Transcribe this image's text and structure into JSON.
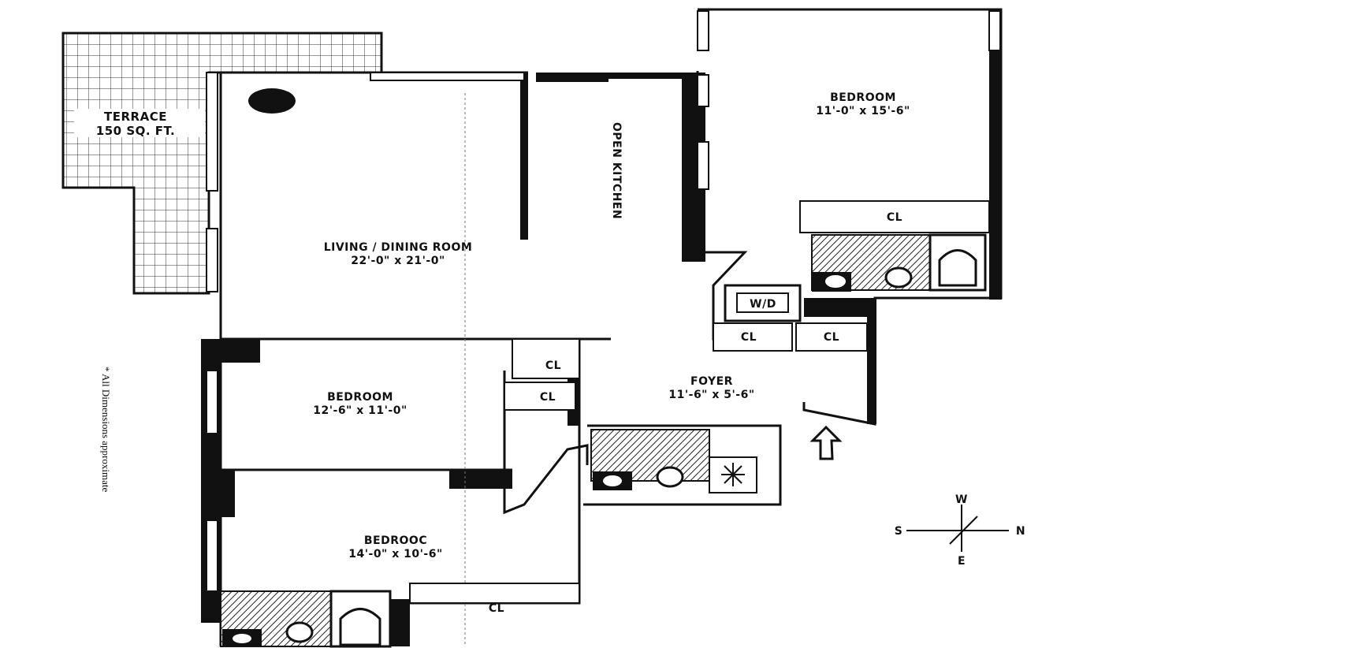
{
  "rooms": {
    "terrace": {
      "line1": "TERRACE",
      "line2": "150 SQ. FT."
    },
    "living": {
      "name": "LIVING / DINING ROOM",
      "dims": "22'-0\" x 21'-0\""
    },
    "kitchen": {
      "name": "OPEN KITCHEN"
    },
    "bedroom_ne": {
      "name": "BEDROOM",
      "dims": "11'-0\" x 15'-6\""
    },
    "bedroom_mid": {
      "name": "BEDROOM",
      "dims": "12'-6\" x 11'-0\""
    },
    "bedroom_sw": {
      "name": "BEDROOC",
      "dims": "14'-0\" x 10'-6\""
    },
    "foyer": {
      "name": "FOYER",
      "dims": "11'-6\" x 5'-6\""
    }
  },
  "closets": {
    "closet_label": "CL",
    "wd_label": "W/D"
  },
  "compass": {
    "w": "W",
    "s": "S",
    "n": "N",
    "e": "E"
  },
  "note": "* All Dimensions approximate",
  "icons": [
    "entry-arrow-icon",
    "compass-icon",
    "toilet-icon",
    "bathtub-icon",
    "sink-icon",
    "fan-icon"
  ]
}
